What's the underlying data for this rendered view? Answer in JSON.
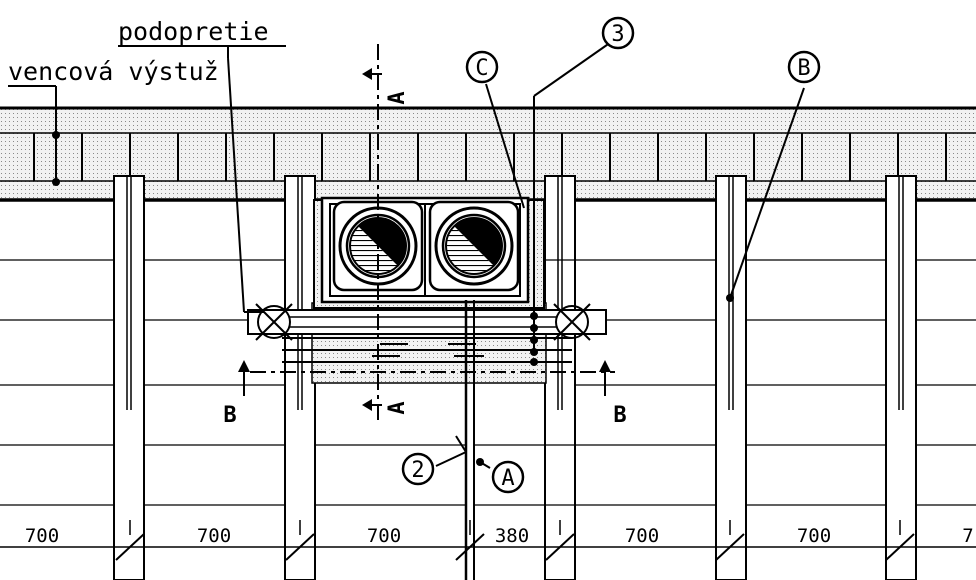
{
  "labels": {
    "support": "podopretie",
    "ring_reinforcement": "vencová výstuž"
  },
  "markers": [
    "3",
    "C",
    "B",
    "2",
    "A"
  ],
  "sections": {
    "a": "A",
    "b": "B"
  },
  "dimensions": [
    "700",
    "700",
    "700",
    "380",
    "700",
    "700",
    "7"
  ]
}
